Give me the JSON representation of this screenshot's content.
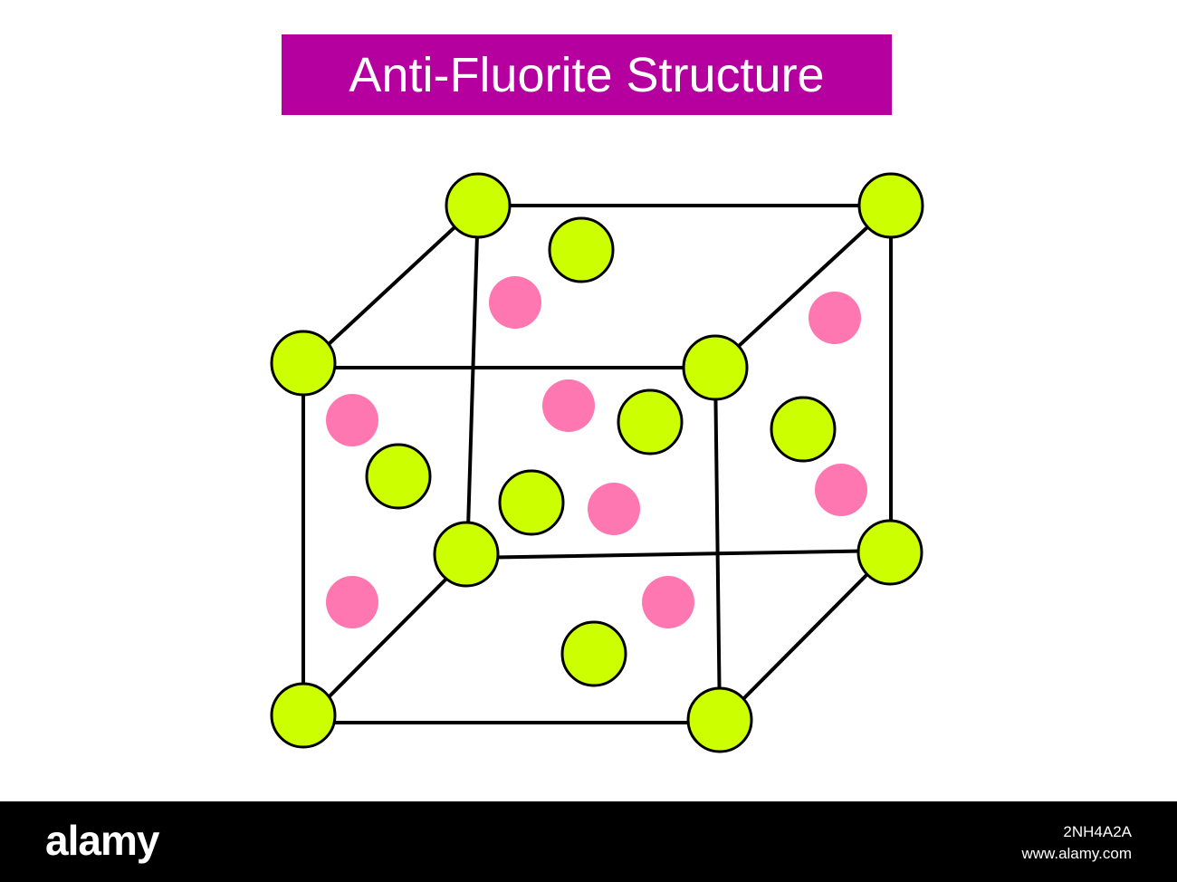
{
  "title": {
    "text": "Anti-Fluorite Structure",
    "background": "#b5009f",
    "color": "#ffffff"
  },
  "diagram": {
    "edge_color": "#000000",
    "large_atom_color": "#ccff00",
    "small_atom_color": "#ff77b0",
    "large_atom_count": 14,
    "small_atom_count": 8
  },
  "footer": {
    "logo": "alamy",
    "image_id": "2NH4A2A",
    "site": "www.alamy.com"
  }
}
